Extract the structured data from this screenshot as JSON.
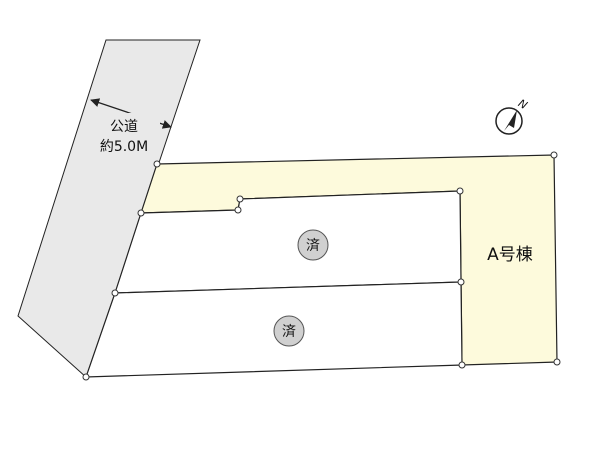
{
  "road": {
    "label_line1": "公道",
    "label_line2": "約5.0M"
  },
  "north_indicator": {
    "letter": "N"
  },
  "lots": [
    {
      "id": "lot-a",
      "label": "A号棟",
      "status": "available"
    },
    {
      "id": "lot-2",
      "badge": "済",
      "status": "sold"
    },
    {
      "id": "lot-3",
      "badge": "済",
      "status": "sold"
    }
  ],
  "colors": {
    "road_fill": "#e9e9e9",
    "highlight_fill": "#fdfadc",
    "lot_fill": "#ffffff",
    "line": "#222222",
    "sold_badge": "#d0d0d0"
  }
}
